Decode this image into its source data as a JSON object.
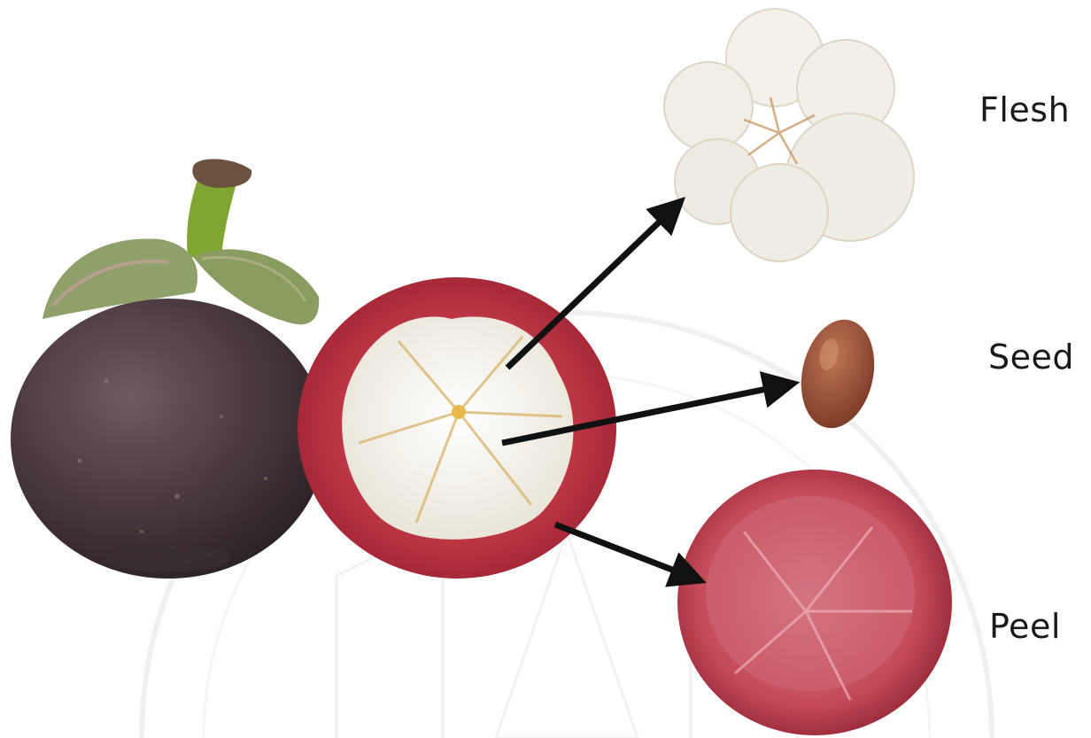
{
  "labels": {
    "flesh": "Flesh",
    "seed": "Seed",
    "peel": "Peel"
  },
  "colors": {
    "rind_dark": "#4a3a40",
    "rind_red": "#b8323f",
    "flesh_white": "#f2efe6",
    "seed_brown": "#9a4e34",
    "calyx_green": "#8fa06a",
    "stem_green": "#7fa632",
    "arrow": "#111111",
    "watermark": "#e6e6e6"
  }
}
